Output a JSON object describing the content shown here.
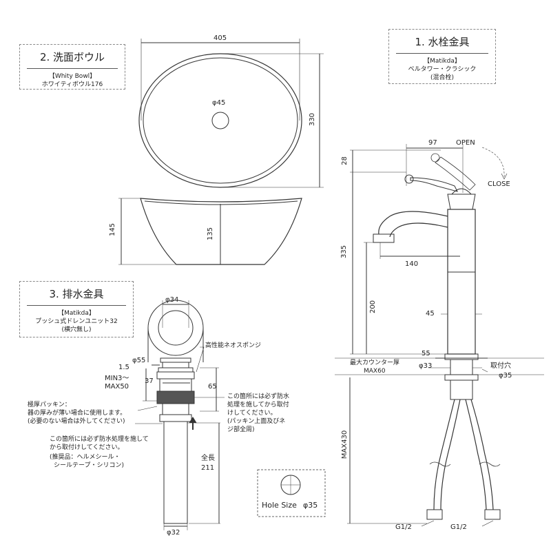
{
  "bowl_box": {
    "title": "2. 洗面ボウル",
    "line1": "【Whity Bowl】",
    "line2": "ホワイティボウル176"
  },
  "faucet_box": {
    "title": "1. 水栓金具",
    "line1": "【Matikda】",
    "line2": "ベルタワー・クラシック",
    "line3": "(混合栓)"
  },
  "drain_box": {
    "title": "3. 排水金具",
    "line1": "【Matikda】",
    "line2": "プッシュ式ドレンユニット32",
    "line3": "(横穴無し)"
  },
  "bowl_dims": {
    "width": "405",
    "depth": "330",
    "hole": "φ45",
    "height_outer": "145",
    "height_inner": "135"
  },
  "faucet_dims": {
    "d97": "97",
    "open": "OPEN",
    "close": "CLOSE",
    "d28": "28",
    "d335": "335",
    "d140": "140",
    "d200": "200",
    "d45": "45",
    "d55": "55",
    "d33": "φ33",
    "counter1": "最大カウンター厚",
    "counter2": "MAX60",
    "hole_label": "取付穴",
    "hole_d": "φ35",
    "max430": "MAX430",
    "g1": "G1/2",
    "g2": "G1/2"
  },
  "drain_dims": {
    "d34": "φ34",
    "sponge": "高性能ネオスポンジ",
    "d15": "1.5",
    "d55": "φ55",
    "min": "MIN3〜",
    "max": "MAX50",
    "d37": "37",
    "d65": "65",
    "len1": "全長",
    "len2": "211",
    "d32": "φ32"
  },
  "notes": {
    "packing1": "極厚パッキン：",
    "packing2": "器の厚みが薄い場合に使用します。",
    "packing3": "(必要のない場合は外してください)",
    "right1": "この箇所には必ず防水",
    "right2": "処理を施してから取付",
    "right3": "けしてください。",
    "right4": "(パッキン上面及びネ",
    "right5": "ジ部全周)",
    "lower1": "この箇所には必ず防水処理を施して",
    "lower2": "から取付けしてください。",
    "lower3": "(推奨品：ヘルメシール・",
    "lower4": "シールテープ・シリコン)"
  },
  "hole_size": {
    "label": "Hole Size",
    "value": "φ35"
  }
}
